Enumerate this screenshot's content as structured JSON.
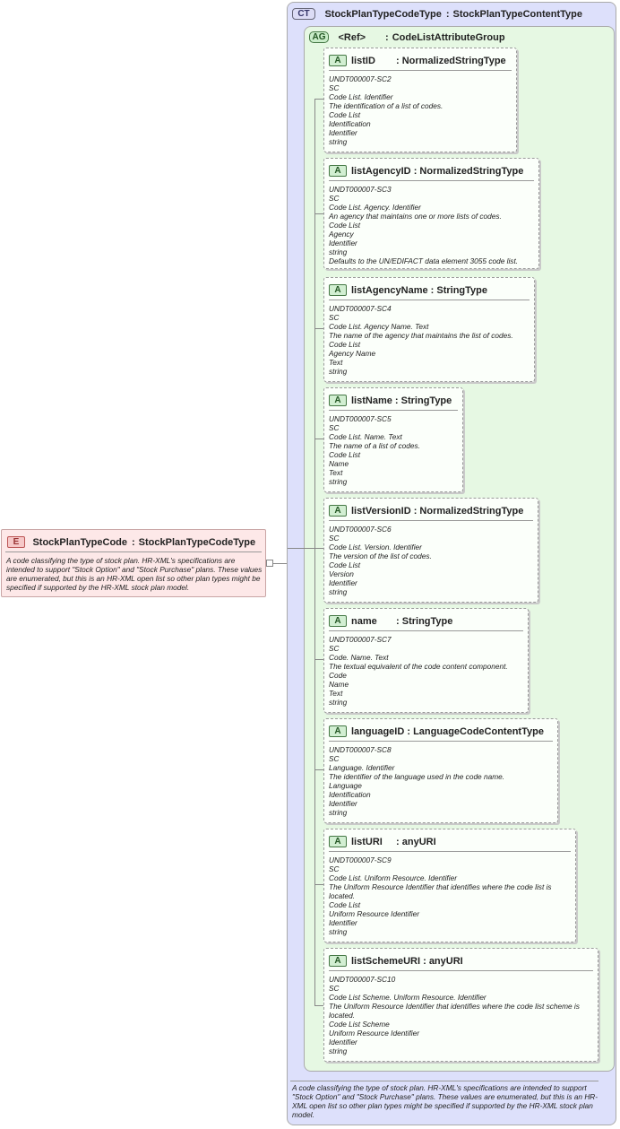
{
  "element": {
    "badge": "E",
    "name": "StockPlanTypeCode",
    "type": "StockPlanTypeCodeType",
    "doc": "A code classifying the type of stock plan. HR-XML's specifications are intended to support \"Stock Option\" and \"Stock Purchase\" plans. These values are enumerated, but this is an HR-XML open list so other plan types might be specified if supported by the HR-XML stock plan model."
  },
  "complex_type": {
    "badge": "CT",
    "name": "StockPlanTypeCodeType",
    "base": "StockPlanTypeContentType",
    "doc": "A code classifying the type of stock plan. HR-XML's specifications are intended to support \"Stock Option\" and \"Stock Purchase\" plans. These values are enumerated, but this is an HR-XML open list so other plan types might be specified if supported by the HR-XML stock plan model."
  },
  "attribute_group": {
    "badge": "AG",
    "ref": "<Ref>",
    "name": "CodeListAttributeGroup"
  },
  "attributes": [
    {
      "badge": "A",
      "name": "listID",
      "type": "NormalizedStringType",
      "lines": [
        "UNDT000007-SC2",
        "SC",
        "Code List. Identifier",
        "The identification of a list of codes.",
        "Code List",
        "Identification",
        "Identifier",
        "string"
      ]
    },
    {
      "badge": "A",
      "name": "listAgencyID",
      "type": "NormalizedStringType",
      "lines": [
        "UNDT000007-SC3",
        "SC",
        "Code List. Agency. Identifier",
        "An agency that maintains one or more lists of codes.",
        "Code List",
        "Agency",
        "Identifier",
        "string",
        "Defaults to the UN/EDIFACT data element 3055 code list."
      ]
    },
    {
      "badge": "A",
      "name": "listAgencyName",
      "type": "StringType",
      "lines": [
        "UNDT000007-SC4",
        "SC",
        "Code List. Agency Name. Text",
        "The name of the agency that maintains the list of codes.",
        "Code List",
        "Agency Name",
        "Text",
        "string"
      ]
    },
    {
      "badge": "A",
      "name": "listName",
      "type": "StringType",
      "lines": [
        "UNDT000007-SC5",
        "SC",
        "Code List. Name. Text",
        "The name of a list of codes.",
        "Code List",
        "Name",
        "Text",
        "string"
      ]
    },
    {
      "badge": "A",
      "name": "listVersionID",
      "type": "NormalizedStringType",
      "lines": [
        "UNDT000007-SC6",
        "SC",
        "Code List. Version. Identifier",
        "The version of the list of codes.",
        "Code List",
        "Version",
        "Identifier",
        "string"
      ]
    },
    {
      "badge": "A",
      "name": "name",
      "type": "StringType",
      "lines": [
        "UNDT000007-SC7",
        "SC",
        "Code. Name. Text",
        "The textual equivalent of the code content component.",
        "Code",
        "Name",
        "Text",
        "string"
      ]
    },
    {
      "badge": "A",
      "name": "languageID",
      "type": "LanguageCodeContentType",
      "lines": [
        "UNDT000007-SC8",
        "SC",
        "Language. Identifier",
        "The identifier of the language used in the code name.",
        "Language",
        "Identification",
        "Identifier",
        "string"
      ]
    },
    {
      "badge": "A",
      "name": "listURI",
      "type": "anyURI",
      "lines": [
        "UNDT000007-SC9",
        "SC",
        "Code List. Uniform Resource. Identifier",
        "The Uniform Resource Identifier that identifies where the code list is located.",
        "Code List",
        "Uniform Resource Identifier",
        "Identifier",
        "string"
      ]
    },
    {
      "badge": "A",
      "name": "listSchemeURI",
      "type": "anyURI",
      "lines": [
        "UNDT000007-SC10",
        "SC",
        "Code List Scheme. Uniform Resource. Identifier",
        "The Uniform Resource Identifier that identifies where the code list scheme is located.",
        "Code List Scheme",
        "Uniform Resource Identifier",
        "Identifier",
        "string"
      ]
    }
  ]
}
